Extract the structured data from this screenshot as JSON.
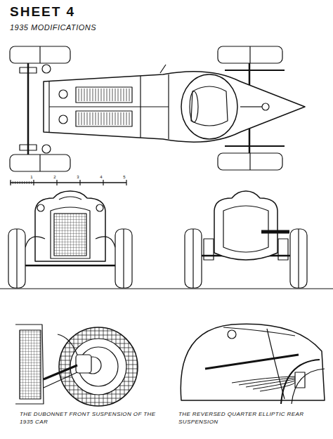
{
  "diagram": {
    "title": "SHEET 4",
    "labels": [
      "1935 MODIFICATIONS",
      "1",
      "2",
      "3",
      "4",
      "5",
      "THE DUBONNET FRONT SUSPENSION OF THE 1935 CAR",
      "THE REVERSED QUARTER ELLIPTIC REAR SUSPENSION"
    ]
  }
}
